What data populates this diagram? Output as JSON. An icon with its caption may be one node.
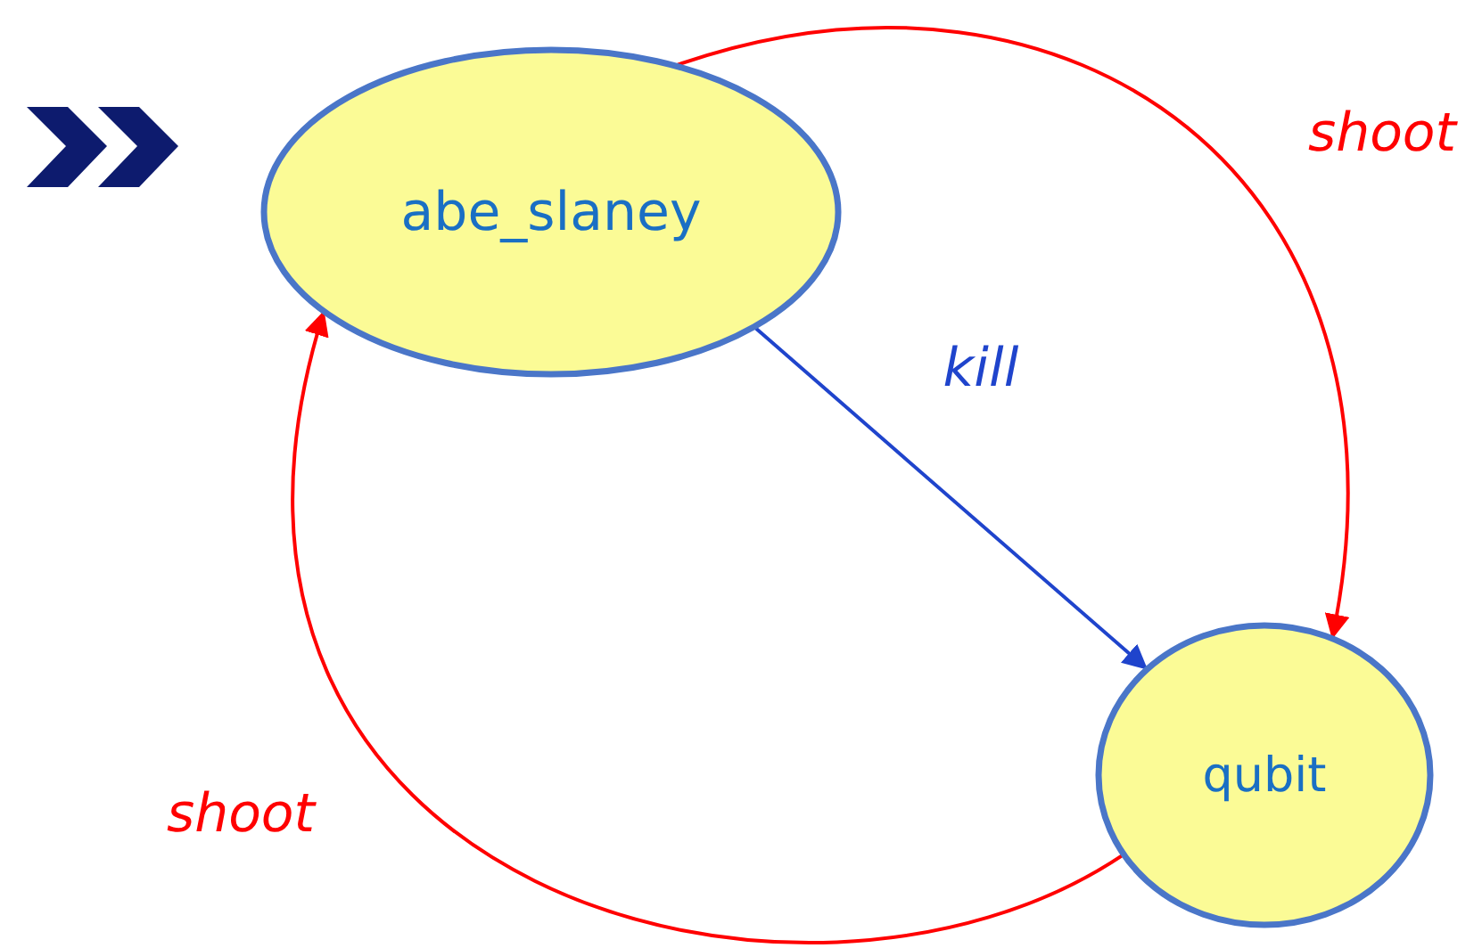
{
  "diagram": {
    "nodes": [
      {
        "text": [
          "abe_slaney"
        ]
      },
      {
        "text": [
          "qubit"
        ]
      }
    ],
    "edges": [
      {
        "from": 0,
        "to": 1,
        "arrow": "to",
        "label": "shoot",
        "color": "#ff0000"
      },
      {
        "from": 0,
        "to": 1,
        "arrow": "to",
        "label": "kill",
        "color": "#1f44cc"
      },
      {
        "from": 1,
        "to": 0,
        "arrow": "to",
        "label": "shoot",
        "color": "#ff0000"
      }
    ]
  }
}
